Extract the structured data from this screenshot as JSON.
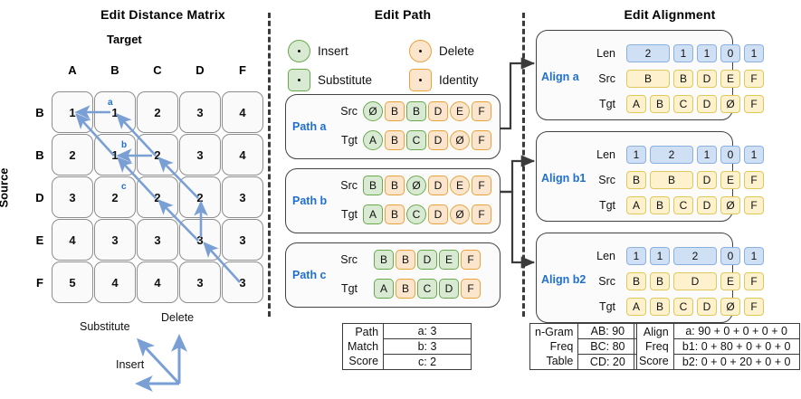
{
  "panels": {
    "left_title": "Edit Distance Matrix",
    "middle_title": "Edit Path",
    "right_title": "Edit Alignment"
  },
  "matrix": {
    "target_label": "Target",
    "source_label": "Source",
    "target_headers": [
      "A",
      "B",
      "C",
      "D",
      "F"
    ],
    "source_headers": [
      "B",
      "B",
      "D",
      "E",
      "F"
    ],
    "rows": [
      [
        1,
        1,
        2,
        3,
        4
      ],
      [
        2,
        1,
        2,
        3,
        4
      ],
      [
        3,
        2,
        2,
        2,
        3
      ],
      [
        4,
        3,
        3,
        3,
        3
      ],
      [
        5,
        4,
        4,
        3,
        3
      ]
    ],
    "path_marks": [
      {
        "id": "a",
        "label": "a"
      },
      {
        "id": "b",
        "label": "b"
      },
      {
        "id": "c",
        "label": "c"
      }
    ],
    "op_legend": {
      "substitute": "Substitute",
      "delete": "Delete",
      "insert": "Insert"
    }
  },
  "legend": {
    "items": [
      {
        "name": "insert",
        "label": "Insert",
        "shape": "circle",
        "color": "green"
      },
      {
        "name": "delete",
        "label": "Delete",
        "shape": "circle",
        "color": "orange"
      },
      {
        "name": "substitute",
        "label": "Substitute",
        "shape": "square",
        "color": "green"
      },
      {
        "name": "identity",
        "label": "Identity",
        "shape": "square",
        "color": "orange"
      }
    ]
  },
  "paths": [
    {
      "name": "Path a",
      "src_label": "Src",
      "tgt_label": "Tgt",
      "src": [
        {
          "t": "Ø",
          "shape": "circle",
          "color": "green"
        },
        {
          "t": "B",
          "shape": "square",
          "color": "orange"
        },
        {
          "t": "B",
          "shape": "square",
          "color": "green"
        },
        {
          "t": "D",
          "shape": "square",
          "color": "orange"
        },
        {
          "t": "E",
          "shape": "circle",
          "color": "orange"
        },
        {
          "t": "F",
          "shape": "square",
          "color": "orange"
        }
      ],
      "tgt": [
        {
          "t": "A",
          "shape": "circle",
          "color": "green"
        },
        {
          "t": "B",
          "shape": "square",
          "color": "orange"
        },
        {
          "t": "C",
          "shape": "square",
          "color": "green"
        },
        {
          "t": "D",
          "shape": "square",
          "color": "orange"
        },
        {
          "t": "Ø",
          "shape": "circle",
          "color": "orange"
        },
        {
          "t": "F",
          "shape": "square",
          "color": "orange"
        }
      ]
    },
    {
      "name": "Path b",
      "src_label": "Src",
      "tgt_label": "Tgt",
      "src": [
        {
          "t": "B",
          "shape": "square",
          "color": "green"
        },
        {
          "t": "B",
          "shape": "square",
          "color": "orange"
        },
        {
          "t": "Ø",
          "shape": "circle",
          "color": "green"
        },
        {
          "t": "D",
          "shape": "square",
          "color": "orange"
        },
        {
          "t": "E",
          "shape": "circle",
          "color": "orange"
        },
        {
          "t": "F",
          "shape": "square",
          "color": "orange"
        }
      ],
      "tgt": [
        {
          "t": "A",
          "shape": "square",
          "color": "green"
        },
        {
          "t": "B",
          "shape": "square",
          "color": "orange"
        },
        {
          "t": "C",
          "shape": "circle",
          "color": "green"
        },
        {
          "t": "D",
          "shape": "square",
          "color": "orange"
        },
        {
          "t": "Ø",
          "shape": "circle",
          "color": "orange"
        },
        {
          "t": "F",
          "shape": "square",
          "color": "orange"
        }
      ]
    },
    {
      "name": "Path c",
      "src_label": "Src",
      "tgt_label": "Tgt",
      "src": [
        {
          "t": "B",
          "shape": "square",
          "color": "green"
        },
        {
          "t": "B",
          "shape": "square",
          "color": "orange"
        },
        {
          "t": "D",
          "shape": "square",
          "color": "green"
        },
        {
          "t": "E",
          "shape": "square",
          "color": "green"
        },
        {
          "t": "F",
          "shape": "square",
          "color": "orange"
        }
      ],
      "tgt": [
        {
          "t": "A",
          "shape": "square",
          "color": "green"
        },
        {
          "t": "B",
          "shape": "square",
          "color": "orange"
        },
        {
          "t": "C",
          "shape": "square",
          "color": "green"
        },
        {
          "t": "D",
          "shape": "square",
          "color": "green"
        },
        {
          "t": "F",
          "shape": "square",
          "color": "orange"
        }
      ]
    }
  ],
  "alignments": [
    {
      "name": "Align a",
      "len_label": "Len",
      "src_label": "Src",
      "tgt_label": "Tgt",
      "len": [
        {
          "v": "2",
          "span": 2
        },
        {
          "v": "1",
          "span": 1
        },
        {
          "v": "1",
          "span": 1
        },
        {
          "v": "0",
          "span": 1
        },
        {
          "v": "1",
          "span": 1
        }
      ],
      "src": [
        {
          "t": "B",
          "span": 2
        },
        {
          "t": "B",
          "span": 1
        },
        {
          "t": "D",
          "span": 1
        },
        {
          "t": "E",
          "span": 1
        },
        {
          "t": "F",
          "span": 1
        }
      ],
      "tgt": [
        "A",
        "B",
        "C",
        "D",
        "Ø",
        "F"
      ]
    },
    {
      "name": "Align b1",
      "len_label": "Len",
      "src_label": "Src",
      "tgt_label": "Tgt",
      "len": [
        {
          "v": "1",
          "span": 1
        },
        {
          "v": "2",
          "span": 2
        },
        {
          "v": "1",
          "span": 1
        },
        {
          "v": "0",
          "span": 1
        },
        {
          "v": "1",
          "span": 1
        }
      ],
      "src": [
        {
          "t": "B",
          "span": 1
        },
        {
          "t": "B",
          "span": 2
        },
        {
          "t": "D",
          "span": 1
        },
        {
          "t": "E",
          "span": 1
        },
        {
          "t": "F",
          "span": 1
        }
      ],
      "tgt": [
        "A",
        "B",
        "C",
        "D",
        "Ø",
        "F"
      ]
    },
    {
      "name": "Align b2",
      "len_label": "Len",
      "src_label": "Src",
      "tgt_label": "Tgt",
      "len": [
        {
          "v": "1",
          "span": 1
        },
        {
          "v": "1",
          "span": 1
        },
        {
          "v": "2",
          "span": 2
        },
        {
          "v": "0",
          "span": 1
        },
        {
          "v": "1",
          "span": 1
        }
      ],
      "src": [
        {
          "t": "B",
          "span": 1
        },
        {
          "t": "B",
          "span": 1
        },
        {
          "t": "D",
          "span": 2
        },
        {
          "t": "E",
          "span": 1
        },
        {
          "t": "F",
          "span": 1
        }
      ],
      "tgt": [
        "A",
        "B",
        "C",
        "D",
        "Ø",
        "F"
      ]
    }
  ],
  "tables": {
    "path_match_score": {
      "label_lines": [
        "Path",
        "Match",
        "Score"
      ],
      "rows": [
        "a: 3",
        "b: 3",
        "c: 2"
      ]
    },
    "ngram_freq": {
      "label_lines": [
        "n-Gram",
        "Freq",
        "Table"
      ],
      "rows": [
        "AB: 90",
        "BC: 80",
        "CD: 20"
      ]
    },
    "align_freq_score": {
      "label_lines": [
        "Align",
        "Freq",
        "Score"
      ],
      "rows": [
        "a: 90 + 0 + 0 + 0 + 0",
        "b1: 0 + 80 + 0 + 0 + 0",
        "b2: 0 + 0 + 20 + 0 + 0"
      ]
    }
  },
  "colors": {
    "accent_blue": "#1f6fd0",
    "arrow_blue": "#7a9fd4",
    "green_fill": "#d9ead3",
    "green_stroke": "#6aa84f",
    "orange_fill": "#fce5cd",
    "orange_stroke": "#e8a33d",
    "blue_fill": "#cfe0f5",
    "blue_stroke": "#8ab0e0",
    "yellow_fill": "#fdf2cd",
    "yellow_stroke": "#e0c85a"
  }
}
